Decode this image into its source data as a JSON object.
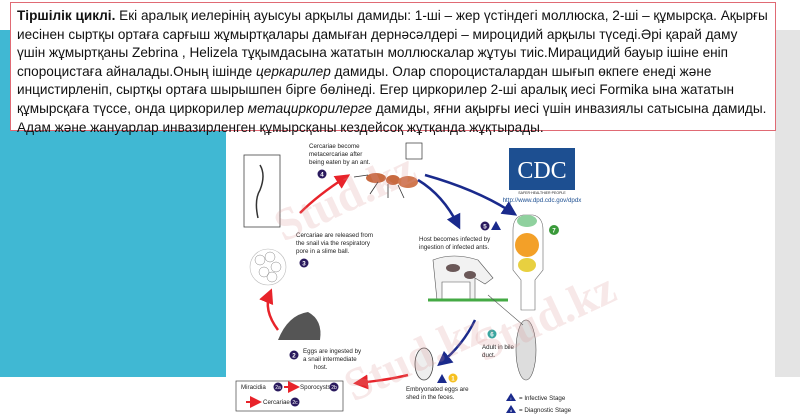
{
  "text": {
    "title": "Тіршілік циклі.",
    "p1": " Екі аралық иелерінің ауысуы арқылы дамиды: 1-ші – жер үстіндегі моллюска, 2-ші – құмырсқа. Ақырғы иесінен сыртқы ортаға сарғыш жұмыртқалары дамыған дернәсәлдері – мироцидий арқылы түседі.Әрі қарай даму үшін жұмыртқаны Zebrina , Helizela тұқымдасына жататын моллюскалар жұтуы тиіс.Мирацидий бауыр ішіне еніп спороцистаға айналады.Оның ішінде ",
    "i1": "церкарилер",
    "p2": " дамиды. Олар спороцисталардан шығып өкпеге енеді және инцистирленіп, сыртқы ортаға шырышпен бірге бөлінеді. Егер циркорилер 2-ші аралық иесі Formika ына жататын құмырсқаға түссе, онда циркорилер ",
    "i2": "метациркорилерге",
    "p3": " дамиды, яғни ақырғы иесі үшін инвазиялы сатысына дамиды. Адам және жануарлар инвазирленген құмырсқаны кездейсоқ жұтқанда жұқтырады."
  },
  "diagram": {
    "step4": [
      "Cercariae become",
      "metacercariae after",
      "being eaten by an ant."
    ],
    "step3": [
      "Cercariae are released from",
      "the snail via the respiratory",
      "pore in a slime ball."
    ],
    "step5": [
      "Host becomes infected by",
      "ingestion of infected ants."
    ],
    "step2": [
      "Eggs are ingested by",
      "a snail intermediate",
      "host."
    ],
    "step6": [
      "Adult in bile",
      "duct."
    ],
    "step1": [
      "Embryonated eggs are",
      "shed in the feces."
    ],
    "numbers": {
      "n1": "1",
      "n2": "2",
      "n3": "3",
      "n4": "4",
      "n5": "5",
      "n6": "6",
      "n7": "7"
    },
    "legend_box": {
      "miracidia": "Miracidia",
      "sporocysts": "Sporocysts",
      "cercariae": "Cercariae",
      "b2a": "2a",
      "b2b": "2b",
      "b2c": "2c"
    },
    "legend": {
      "infective": "= Infective Stage",
      "diagnostic": "= Diagnostic Stage",
      "i": "i",
      "d": "d"
    },
    "cdc_logo": "CDC",
    "cdc_tagline": "SAFER·HEALTHIER·PEOPLE",
    "cdc_url": "http://www.dpd.cdc.gov/dpdx"
  },
  "watermark": "Stud.kz",
  "colors": {
    "cyan": "#40b8d3",
    "border": "#e06a74",
    "red_arrow": "#e8232a",
    "blue_arrow": "#1a2a8c",
    "step_badge": "#2a1a5e",
    "cdc_blue": "#1d4f91"
  }
}
